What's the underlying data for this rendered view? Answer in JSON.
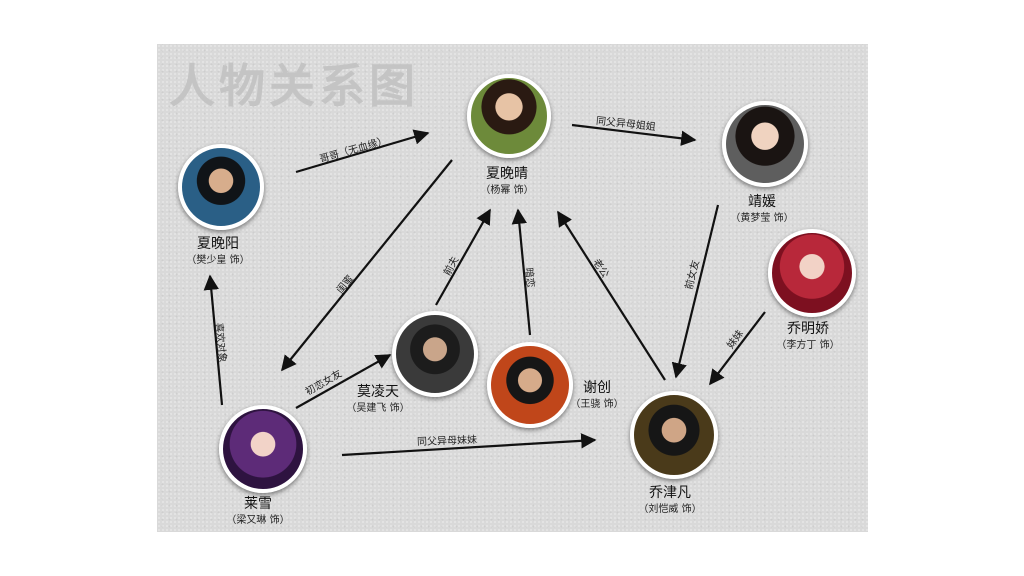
{
  "title": "人物关系图",
  "characters": {
    "xiawanqing": {
      "name": "夏晚晴",
      "actor": "（杨幂 饰）"
    },
    "xiawanyang": {
      "name": "夏晚阳",
      "actor": "（樊少皇 饰）"
    },
    "jingyuan": {
      "name": "靖媛",
      "actor": "（黄梦莹 饰）"
    },
    "qiaomingjiao": {
      "name": "乔明娇",
      "actor": "（李方丁 饰）"
    },
    "molingtian": {
      "name": "莫凌天",
      "actor": "（吴建飞 饰）"
    },
    "xiechuang": {
      "name": "谢创",
      "actor": "（王骁 饰）"
    },
    "laixue": {
      "name": "莱雪",
      "actor": "（梁又琳 饰）"
    },
    "qiaojinfan": {
      "name": "乔津凡",
      "actor": "（刘恺威 饰）"
    }
  },
  "relations": {
    "gege": "哥哥（无血缘）",
    "tongfu_jiejie": "同父异母姐姐",
    "guimi": "闺蜜",
    "qiantian": "前夫",
    "anlian": "暗恋",
    "laogong": "老公",
    "qiannvyou": "前女友",
    "meimei": "妹妹",
    "xihuan": "喜欢对象",
    "chulian": "初恋女友",
    "tongfu_meimei": "同父异母妹妹"
  },
  "colors": {
    "panel": "#d9d9d9",
    "arrow": "#111111",
    "title": "#c4c4c4"
  }
}
